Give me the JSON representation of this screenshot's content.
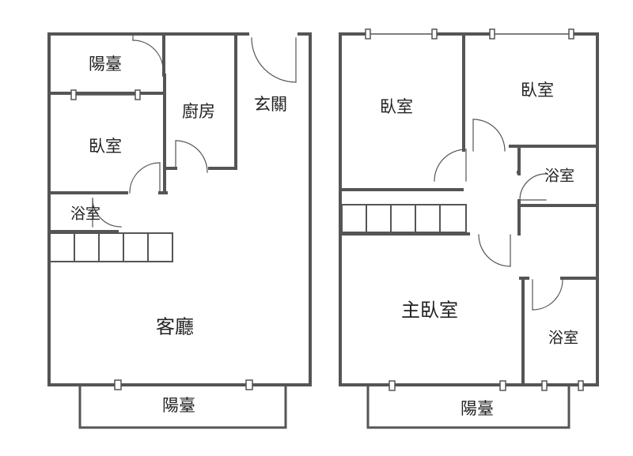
{
  "floor_plan": {
    "left_floor": {
      "balcony_top": "陽臺",
      "kitchen": "廚房",
      "entrance": "玄關",
      "bedroom": "臥室",
      "bathroom": "浴室",
      "living_room": "客廳",
      "balcony_bottom": "陽臺"
    },
    "right_floor": {
      "bedroom_1": "臥室",
      "bedroom_2": "臥室",
      "bathroom_1": "浴室",
      "master_bedroom": "主臥室",
      "bathroom_2": "浴室",
      "balcony": "陽臺"
    }
  },
  "colors": {
    "wall": "#555555",
    "thin_line": "#777777",
    "background": "#ffffff"
  }
}
